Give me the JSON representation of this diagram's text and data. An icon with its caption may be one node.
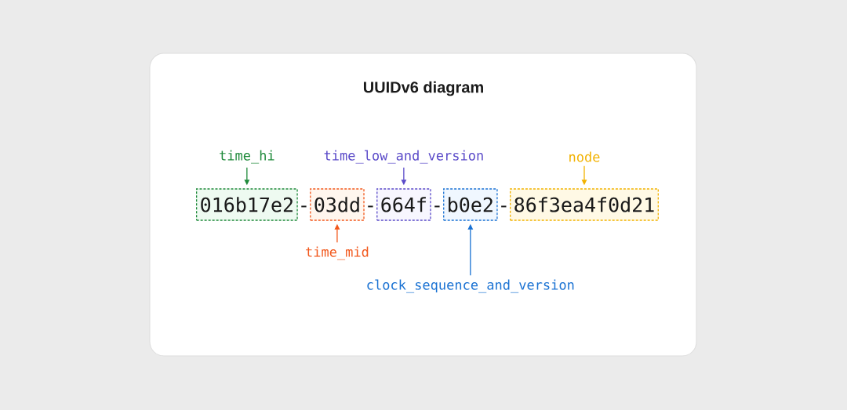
{
  "diagram": {
    "title": "UUIDv6 diagram",
    "nodes": [
      {
        "text": [
          "time_hi"
        ]
      },
      {
        "text": [
          "time_low_and_version"
        ]
      },
      {
        "text": [
          "node"
        ]
      },
      {
        "text": [
          "016b17e2"
        ]
      },
      {
        "text": [
          "03dd"
        ]
      },
      {
        "text": [
          "664f"
        ]
      },
      {
        "text": [
          "b0e2"
        ]
      },
      {
        "text": [
          "86f3ea4f0d21"
        ]
      },
      {
        "text": [
          "time_mid"
        ]
      },
      {
        "text": [
          "clock_sequence_and_version"
        ]
      }
    ],
    "edges": [
      {
        "from": 0,
        "to": 3,
        "arrow": "to",
        "color": "#1f8a3b"
      },
      {
        "from": 1,
        "to": 5,
        "arrow": "to",
        "color": "#5b4bc9"
      },
      {
        "from": 2,
        "to": 7,
        "arrow": "to",
        "color": "#f2b200"
      },
      {
        "from": 8,
        "to": 4,
        "arrow": "to",
        "color": "#f2581c"
      },
      {
        "from": 9,
        "to": 6,
        "arrow": "to",
        "color": "#1a72d3"
      }
    ],
    "labels": [
      "-",
      "-",
      "-",
      "-"
    ]
  }
}
